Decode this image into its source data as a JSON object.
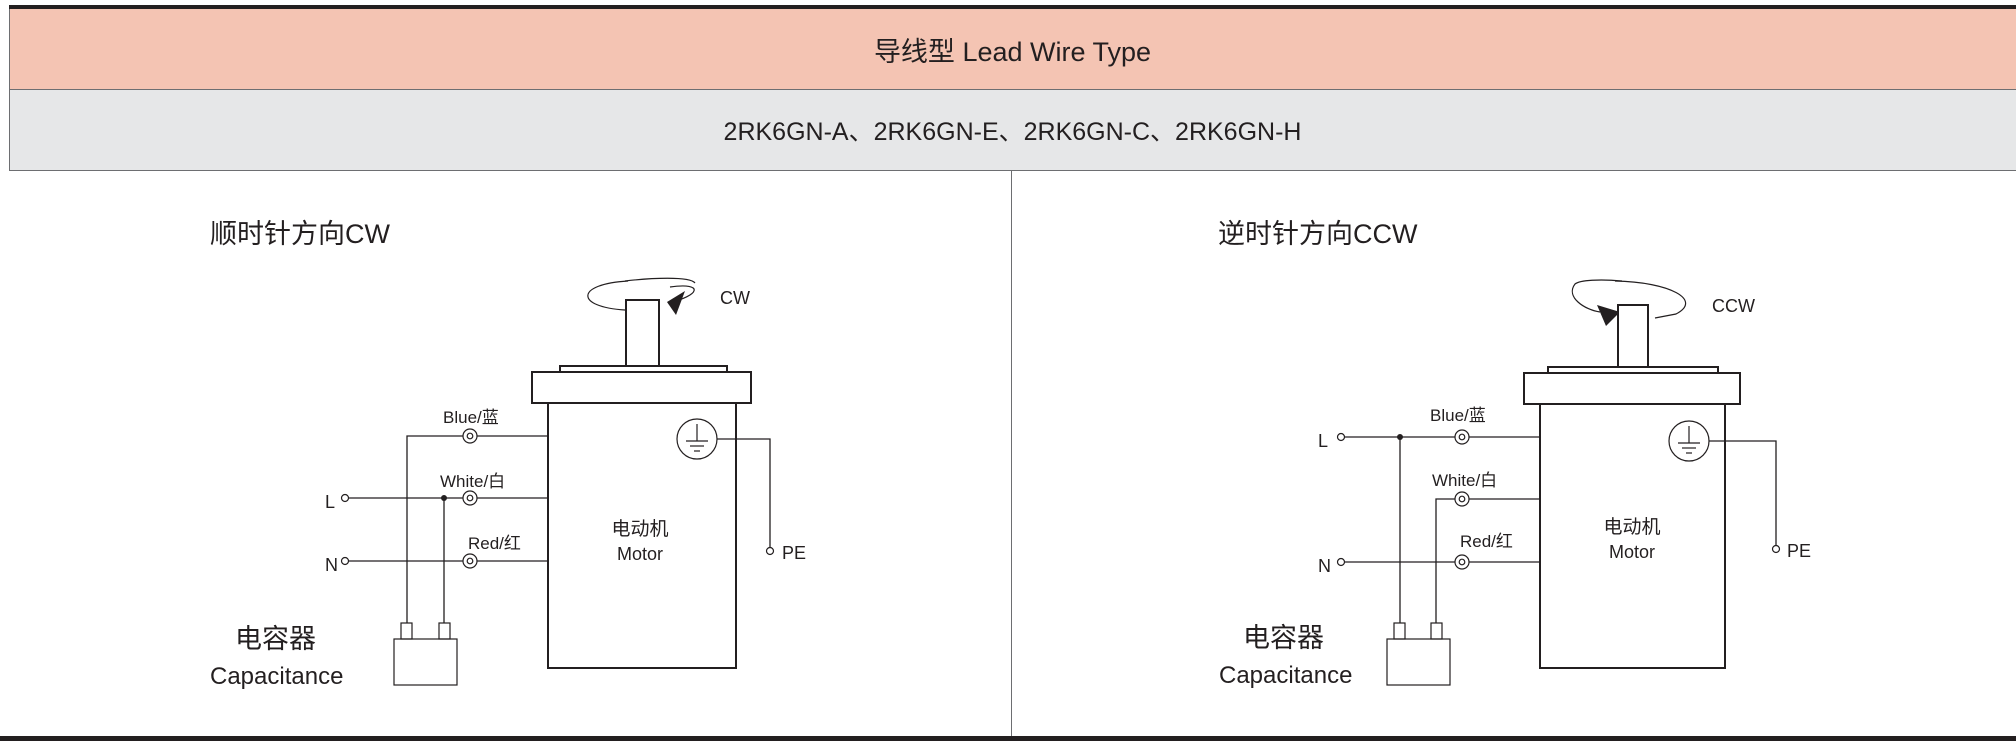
{
  "header": {
    "title": "导线型 Lead Wire Type"
  },
  "models": {
    "label": "2RK6GN-A、2RK6GN-E、2RK6GN-C、2RK6GN-H"
  },
  "cw": {
    "title": "顺时针方向CW",
    "rotation": "CW",
    "blue": "Blue/蓝",
    "white": "White/白",
    "red": "Red/红",
    "line": "L",
    "neutral": "N",
    "motor_cn": "电动机",
    "motor_en": "Motor",
    "pe": "PE",
    "cap_cn": "电容器",
    "cap_en": "Capacitance"
  },
  "ccw": {
    "title": "逆时针方向CCW",
    "rotation": "CCW",
    "blue": "Blue/蓝",
    "white": "White/白",
    "red": "Red/红",
    "line": "L",
    "neutral": "N",
    "motor_cn": "电动机",
    "motor_en": "Motor",
    "pe": "PE",
    "cap_cn": "电容器",
    "cap_en": "Capacitance"
  },
  "colors": {
    "header_bg": "#f4c4b3",
    "subheader_bg": "#e6e7e8",
    "line": "#231f20"
  }
}
